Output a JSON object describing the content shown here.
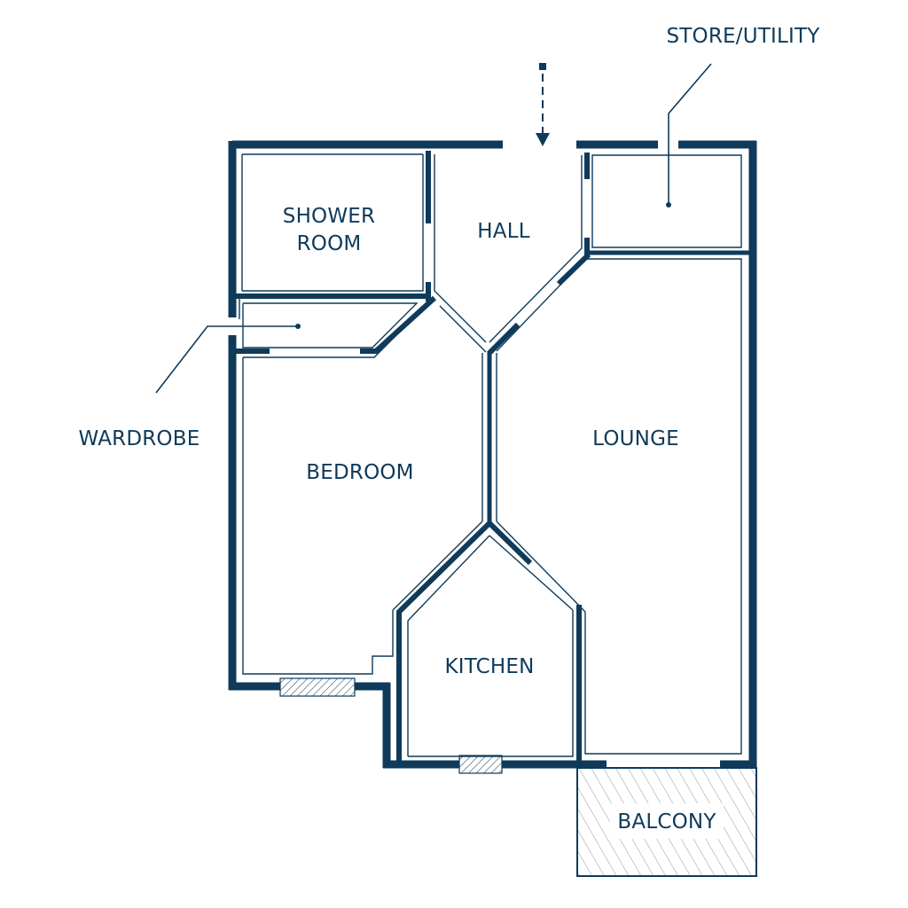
{
  "rooms": {
    "shower_line1": "SHOWER",
    "shower_line2": "ROOM",
    "hall": "HALL",
    "store": "STORE/UTILITY",
    "wardrobe": "WARDROBE",
    "bedroom": "BEDROOM",
    "lounge": "LOUNGE",
    "kitchen": "KITCHEN",
    "balcony": "BALCONY"
  },
  "colors": {
    "wall": "#0f3a5a",
    "background": "#ffffff",
    "hatch": "#5a6f80"
  },
  "icons": {
    "entrance": "dashed-arrow-down-icon",
    "callout": "dot-marker-icon"
  }
}
